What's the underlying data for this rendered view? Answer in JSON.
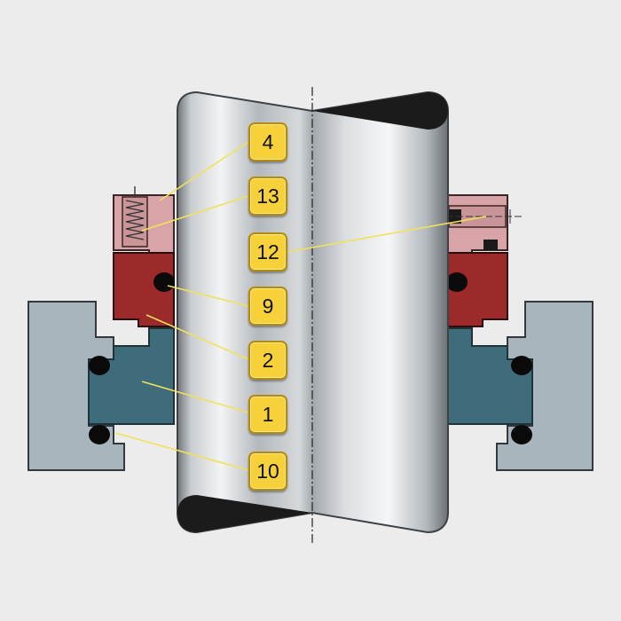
{
  "callouts": [
    {
      "id": "c4",
      "label": "4"
    },
    {
      "id": "c13",
      "label": "13"
    },
    {
      "id": "c12",
      "label": "12"
    },
    {
      "id": "c9",
      "label": "9"
    },
    {
      "id": "c2",
      "label": "2"
    },
    {
      "id": "c1",
      "label": "1"
    },
    {
      "id": "c10",
      "label": "10"
    }
  ],
  "colors": {
    "background": "#ececec",
    "stationary_housing": "#a9b5bc",
    "stationary_seat": "#3f6c7b",
    "rotating_face": "#9c2a2a",
    "collar": "#d8a4a8",
    "o_ring": "#0a0a0a",
    "shaft": "#b7bcc0",
    "callout_fill": "#f7d13a",
    "leader_line": "#f2e15a"
  }
}
